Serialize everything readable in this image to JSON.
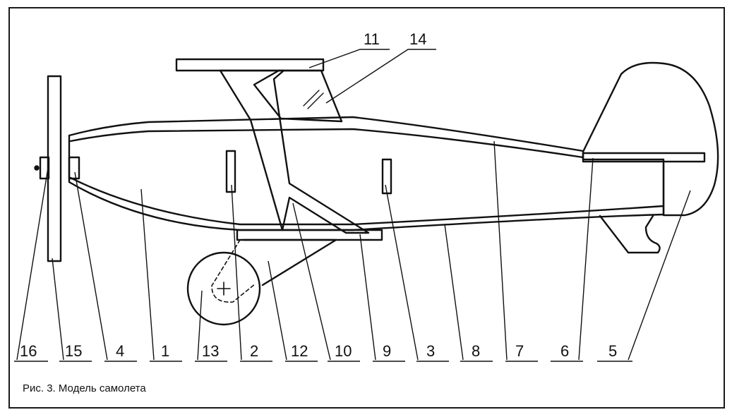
{
  "caption": "Рис. 3. Модель самолета",
  "labels_top": [
    "11",
    "14"
  ],
  "labels_bottom": [
    "16",
    "15",
    "4",
    "1",
    "13",
    "2",
    "12",
    "10",
    "9",
    "3",
    "8",
    "7",
    "6",
    "5"
  ]
}
